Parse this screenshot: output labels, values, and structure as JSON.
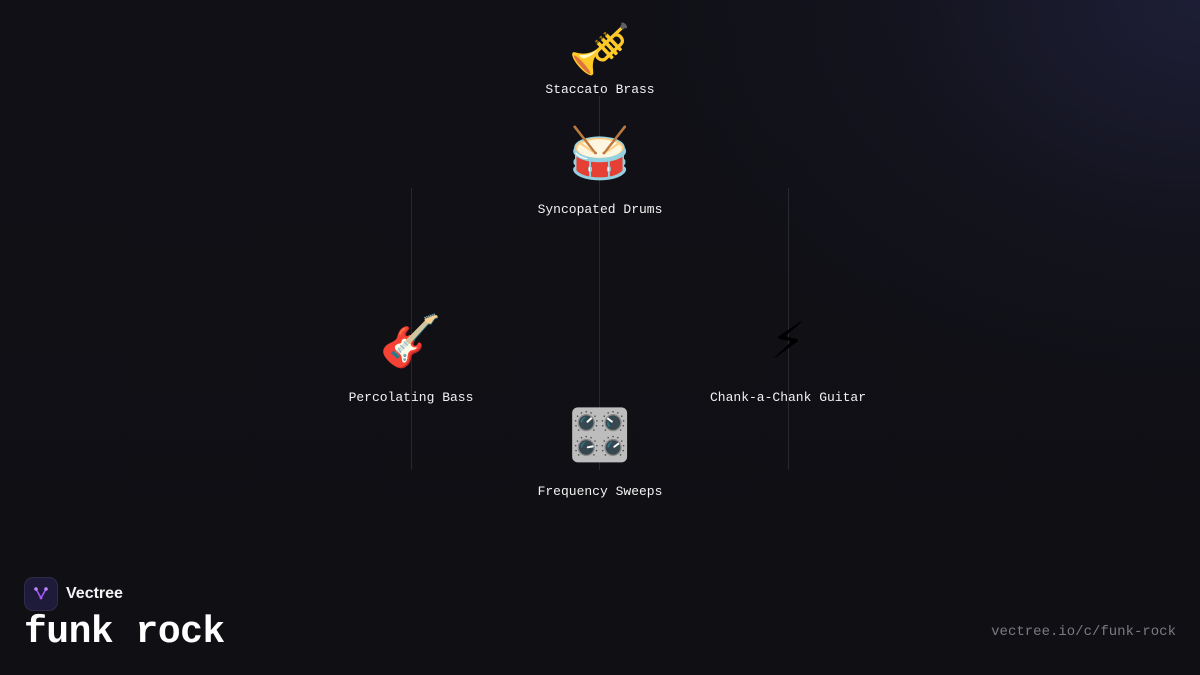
{
  "brand": {
    "name": "Vectree",
    "accent": "#a855f7"
  },
  "title": "funk rock",
  "url": "vectree.io/c/funk-rock",
  "nodes": {
    "brass": {
      "label": "Staccato Brass",
      "emoji": "🎺",
      "icon": "trumpet-icon"
    },
    "drums": {
      "label": "Syncopated Drums",
      "emoji": "🥁",
      "icon": "drum-icon"
    },
    "bass": {
      "label": "Percolating Bass",
      "emoji": "🎸",
      "icon": "guitar-icon"
    },
    "guitar": {
      "label": "Chank-a-Chank Guitar",
      "emoji": "⚡",
      "icon": "lightning-icon"
    },
    "sweeps": {
      "label": "Frequency Sweeps",
      "emoji": "🎛️",
      "icon": "control-knobs-icon"
    }
  }
}
